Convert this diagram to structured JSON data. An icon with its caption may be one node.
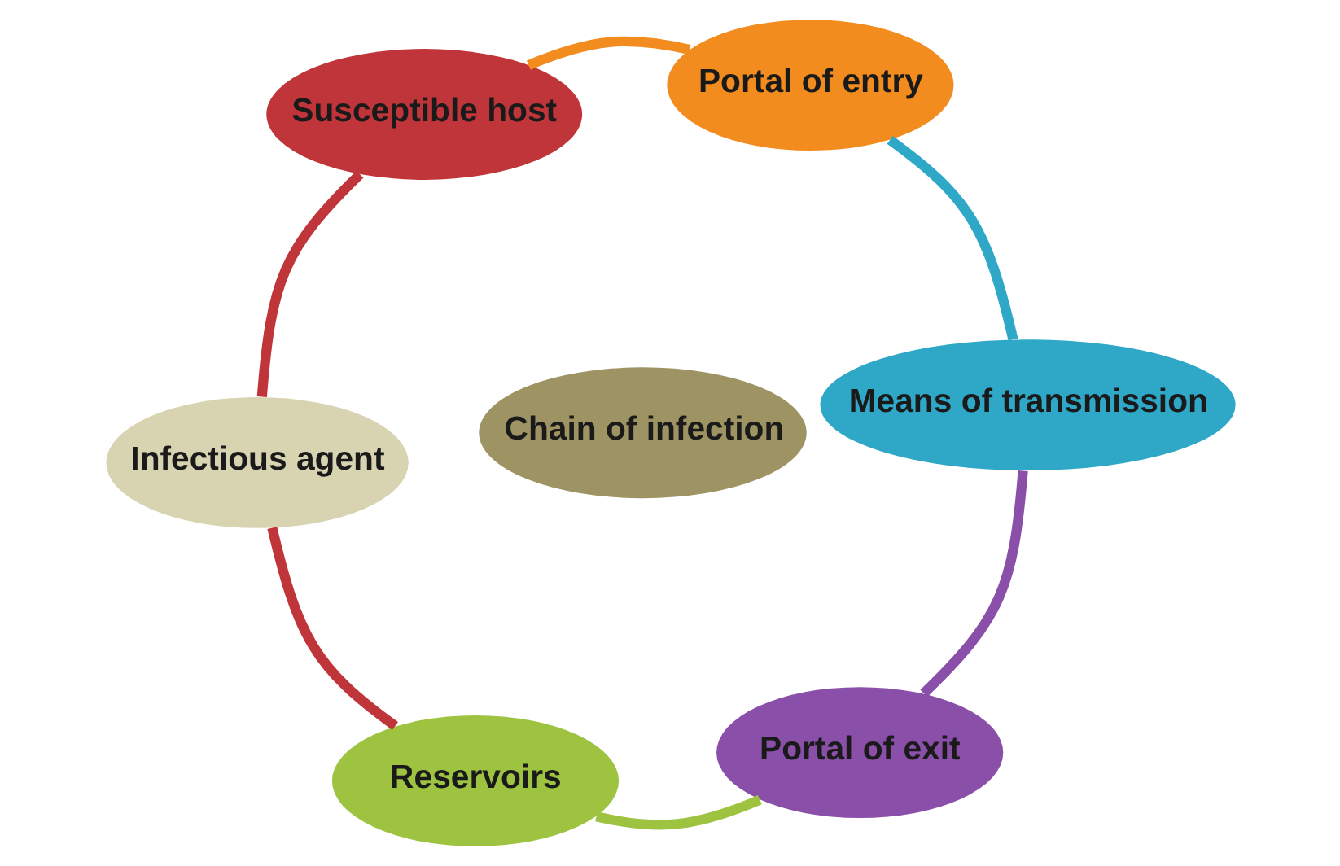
{
  "diagram": {
    "nodes": [
      {
        "text": [
          "Infectious agent"
        ]
      },
      {
        "text": [
          "Reservoirs"
        ]
      },
      {
        "text": [
          "Portal of exit"
        ]
      },
      {
        "text": [
          "Means of transmission"
        ]
      },
      {
        "text": [
          "Portal of entry"
        ]
      },
      {
        "text": [
          "Susceptible host"
        ]
      },
      {
        "text": [
          "Chain of infection"
        ]
      }
    ],
    "edges": [
      {
        "from": 0,
        "to": 1,
        "arrow": "none",
        "color": "#c0353a"
      },
      {
        "from": 1,
        "to": 2,
        "arrow": "none",
        "color": "#9dc340"
      },
      {
        "from": 2,
        "to": 3,
        "arrow": "none",
        "color": "#8a4fa8"
      },
      {
        "from": 3,
        "to": 4,
        "arrow": "none",
        "color": "#2fa8c8"
      },
      {
        "from": 4,
        "to": 5,
        "arrow": "none",
        "color": "#f28c1e"
      },
      {
        "from": 5,
        "to": 0,
        "arrow": "none",
        "color": "#c0353a"
      }
    ]
  }
}
